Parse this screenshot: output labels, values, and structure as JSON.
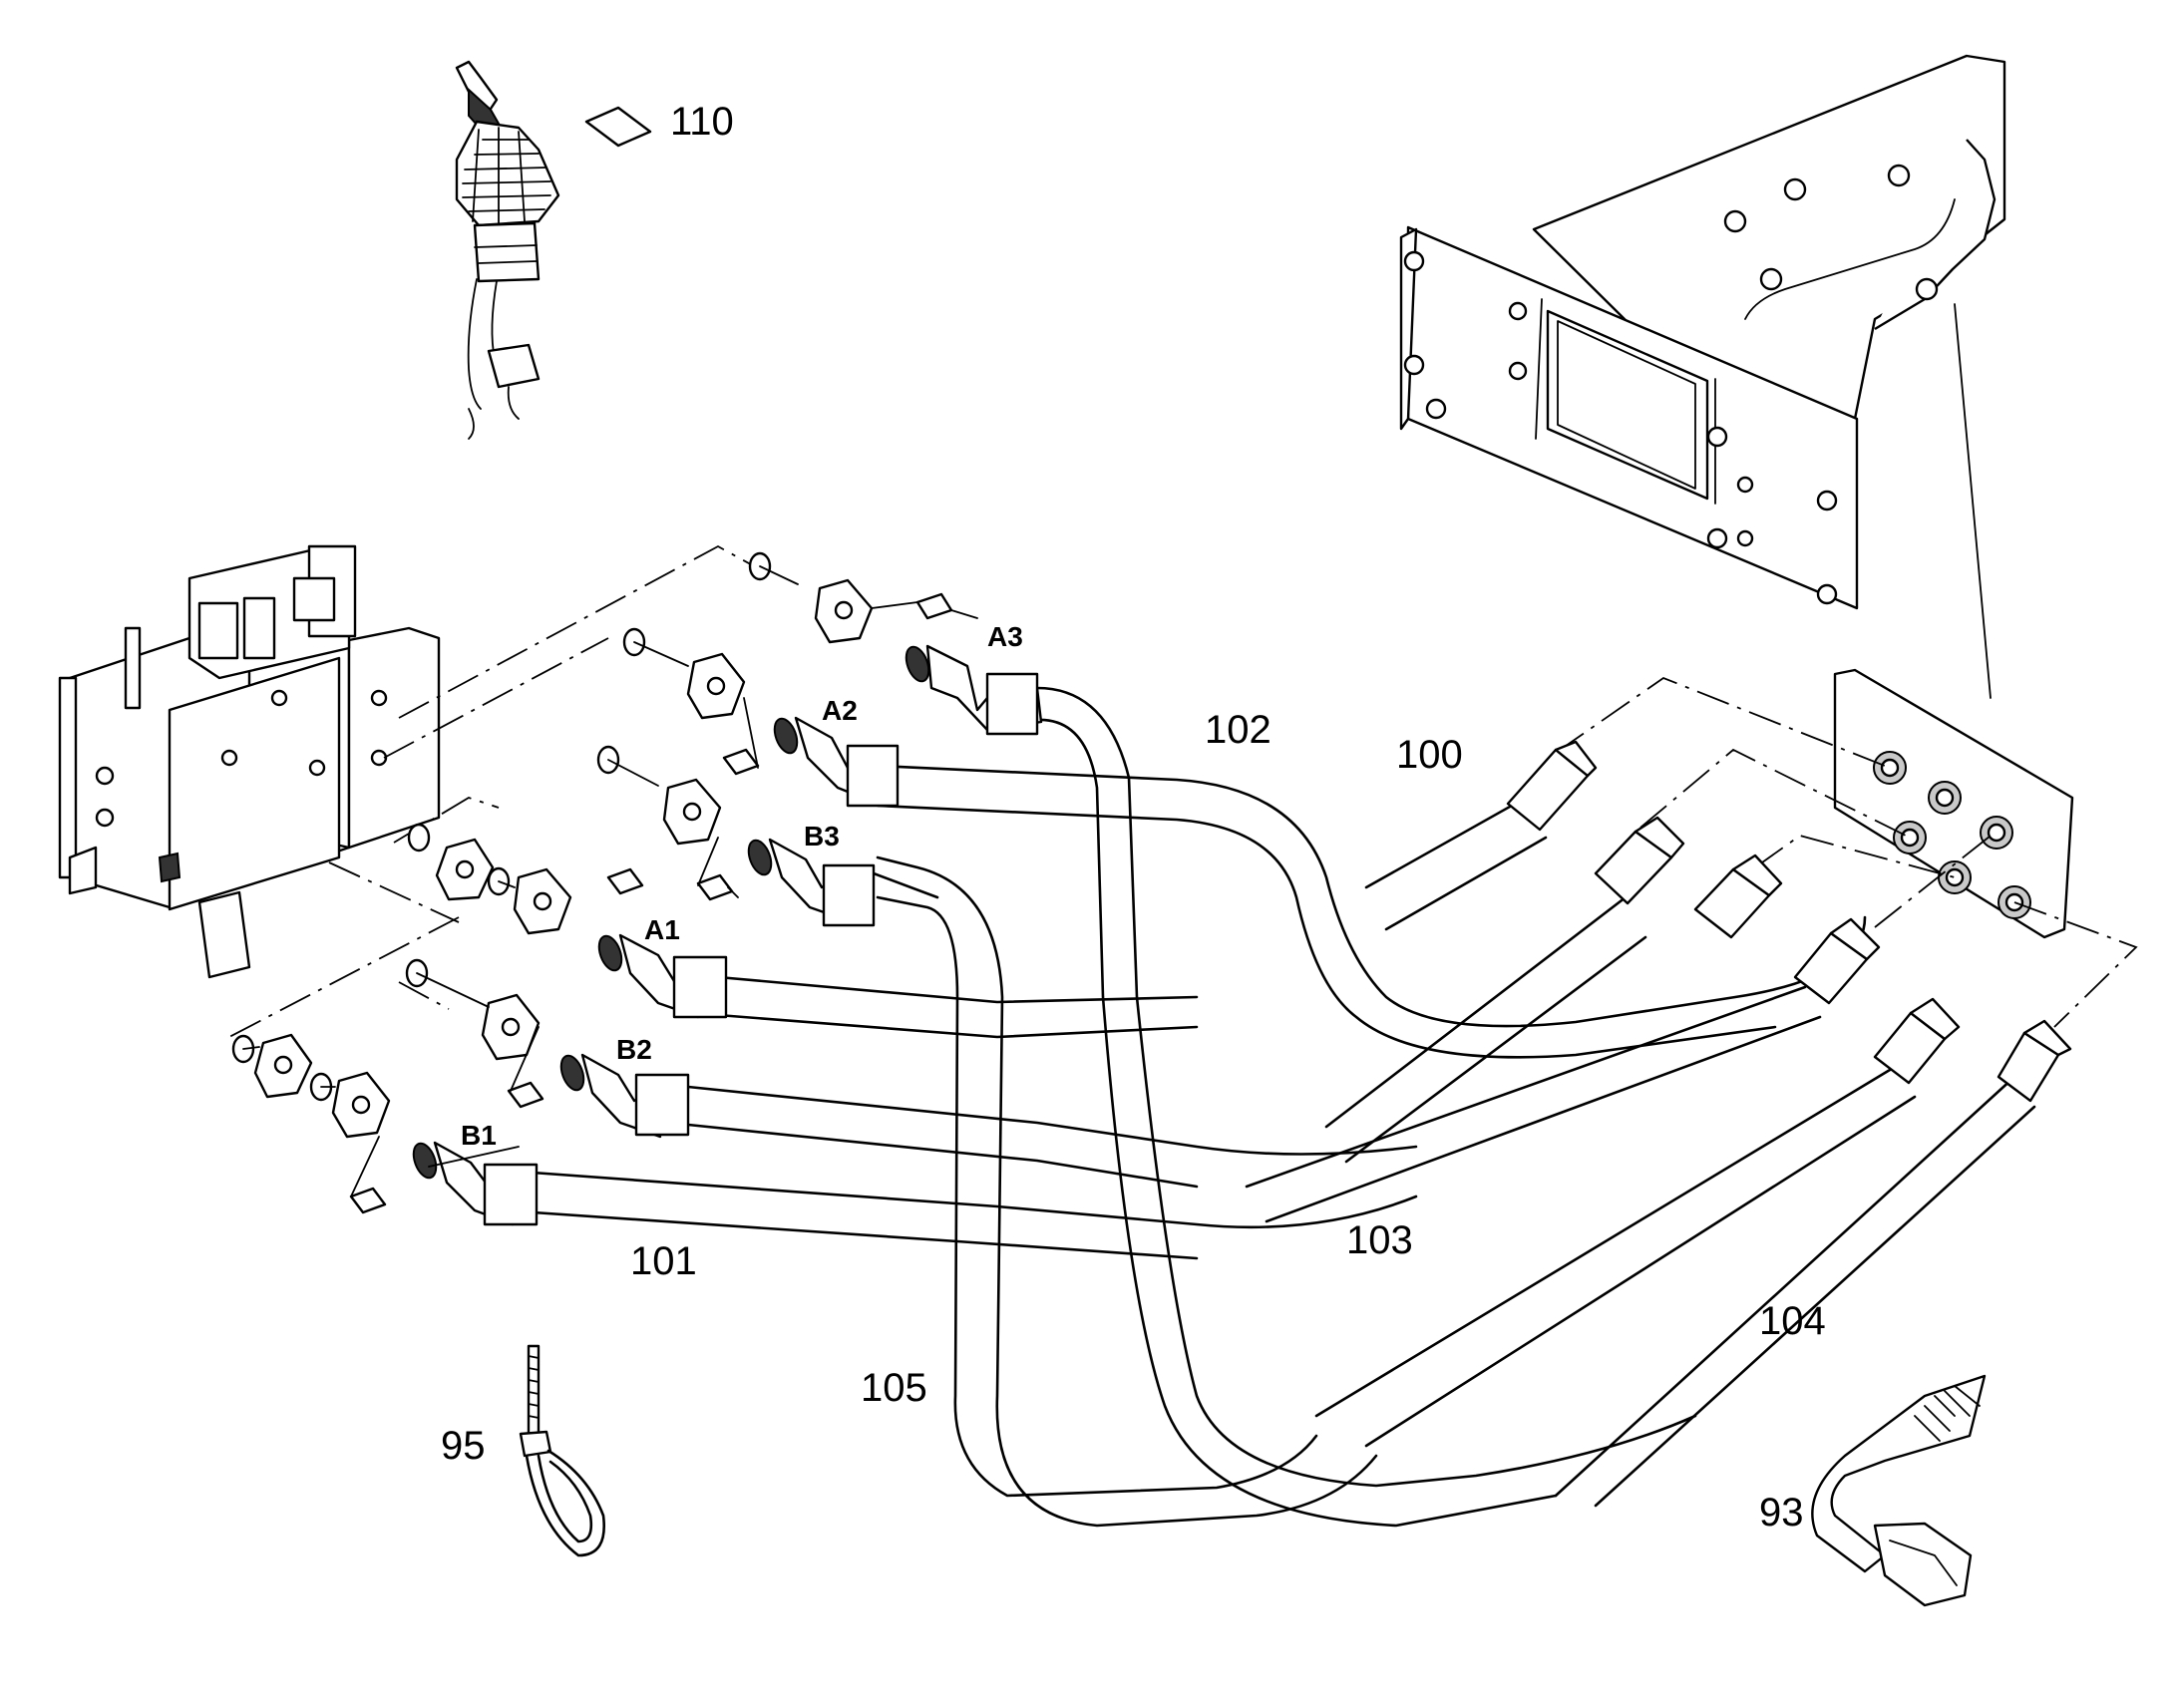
{
  "diagram": {
    "callouts": {
      "c110": "110",
      "c102": "102",
      "c100": "100",
      "c101": "101",
      "c103": "103",
      "c104": "104",
      "c105": "105",
      "c95": "95",
      "c93": "93"
    },
    "ports": {
      "a3": "A3",
      "a2": "A2",
      "b3": "B3",
      "a1": "A1",
      "b2": "B2",
      "b1": "B1"
    },
    "parts": [
      "joystick-icon",
      "note-diamond-icon",
      "mounting-bracket-icon",
      "control-valve-icon",
      "hose-fitting-icon",
      "cable-tie-icon",
      "strap-icon"
    ]
  }
}
